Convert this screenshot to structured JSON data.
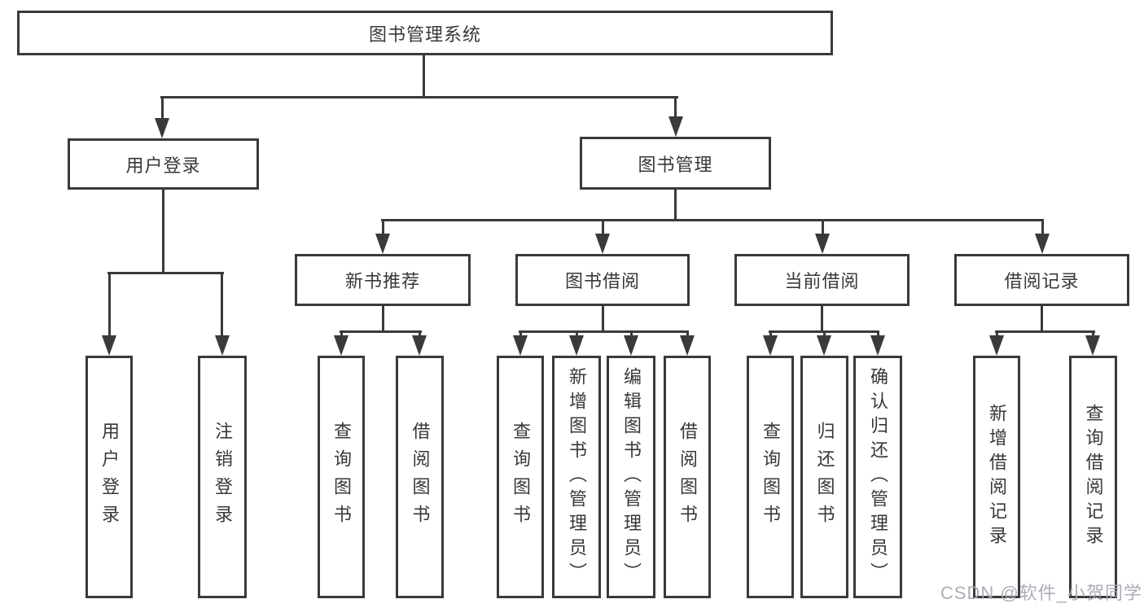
{
  "diagram_type": "hierarchy-tree",
  "tree": {
    "label": "图书管理系统",
    "children": [
      {
        "label": "用户登录",
        "children": [
          {
            "label": "用户登录"
          },
          {
            "label": "注销登录"
          }
        ]
      },
      {
        "label": "图书管理",
        "children": [
          {
            "label": "新书推荐",
            "children": [
              {
                "label": "查询图书"
              },
              {
                "label": "借阅图书"
              }
            ]
          },
          {
            "label": "图书借阅",
            "children": [
              {
                "label": "查询图书"
              },
              {
                "label": "新增图书（管理员）"
              },
              {
                "label": "编辑图书（管理员）"
              },
              {
                "label": "借阅图书"
              }
            ]
          },
          {
            "label": "当前借阅",
            "children": [
              {
                "label": "查询图书"
              },
              {
                "label": "归还图书"
              },
              {
                "label": "确认归还（管理员）"
              }
            ]
          },
          {
            "label": "借阅记录",
            "children": [
              {
                "label": "新增借阅记录"
              },
              {
                "label": "查询借阅记录"
              }
            ]
          }
        ]
      }
    ]
  },
  "watermark": "CSDN @软件_小贺同学",
  "colors": {
    "line": "#3a3a3a",
    "box_border": "#3a3a3a",
    "text": "#383838",
    "watermark": "#a6aab3",
    "background": "#ffffff"
  }
}
